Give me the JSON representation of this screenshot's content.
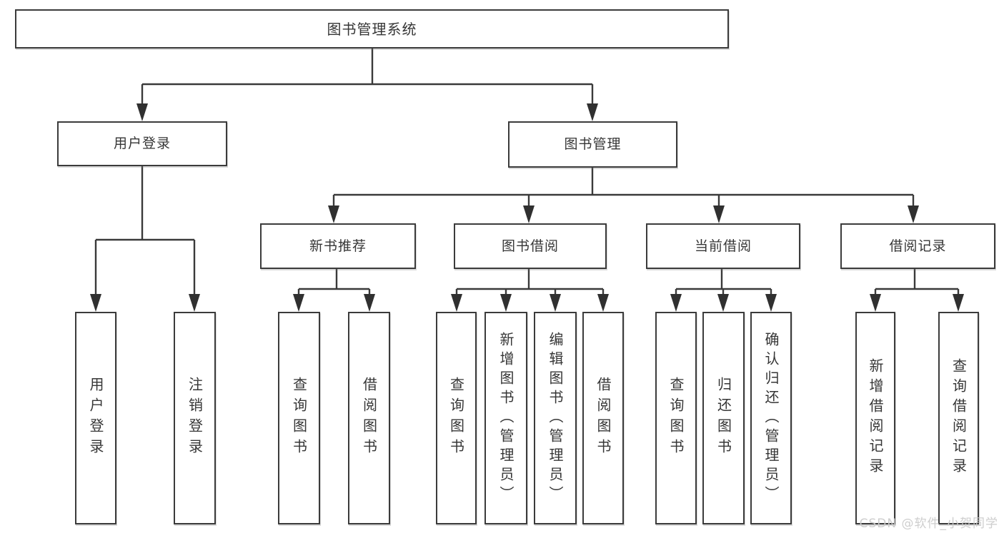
{
  "diagram": {
    "root": {
      "label": "图书管理系统"
    },
    "branches": [
      {
        "label": "用户登录",
        "children": [
          {
            "label": "用户登录"
          },
          {
            "label": "注销登录"
          }
        ]
      },
      {
        "label": "图书管理",
        "children": [
          {
            "label": "新书推荐",
            "children": [
              {
                "label": "查询图书"
              },
              {
                "label": "借阅图书"
              }
            ]
          },
          {
            "label": "图书借阅",
            "children": [
              {
                "label": "查询图书"
              },
              {
                "label": "新增图书（管理员）"
              },
              {
                "label": "编辑图书（管理员）"
              },
              {
                "label": "借阅图书"
              }
            ]
          },
          {
            "label": "当前借阅",
            "children": [
              {
                "label": "查询图书"
              },
              {
                "label": "归还图书"
              },
              {
                "label": "确认归还（管理员）"
              }
            ]
          },
          {
            "label": "借阅记录",
            "children": [
              {
                "label": "新增借阅记录"
              },
              {
                "label": "查询借阅记录"
              }
            ]
          }
        ]
      }
    ]
  },
  "watermark": {
    "text": "CSDN @软件_小贺同学"
  },
  "colors": {
    "line": "#3a3a3a",
    "box_border": "#3b3b3b",
    "text": "#363636",
    "watermark": "#cbcbcb",
    "background": "#ffffff"
  }
}
